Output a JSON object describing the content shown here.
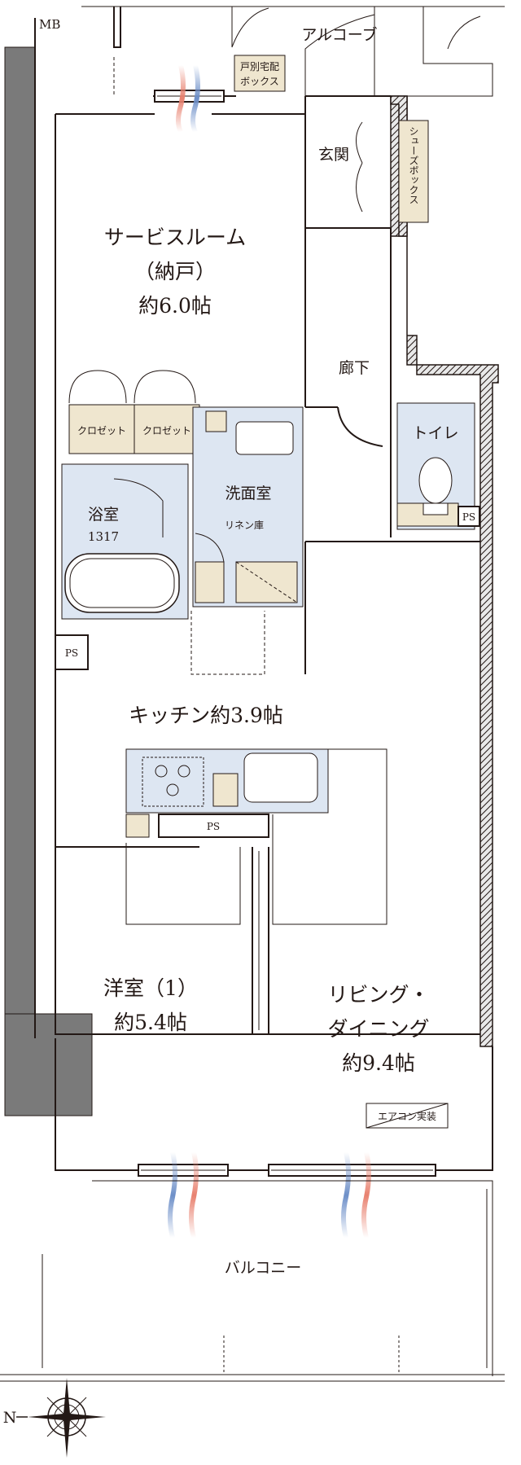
{
  "plan": {
    "service_room": {
      "line1": "サービスルーム",
      "line2": "（納戸）",
      "line3": "約6.0帖"
    },
    "closet_1": "クロゼット",
    "closet_2": "クロゼット",
    "bathroom": {
      "name": "浴室",
      "size": "1317"
    },
    "washroom": "洗面室",
    "linen": "リネン庫",
    "kitchen": "キッチン約3.9帖",
    "western_room": {
      "line1": "洋室（1）",
      "line2": "約5.4帖"
    },
    "living": {
      "line1": "リビング・",
      "line2": "ダイニング",
      "line3": "約9.4帖"
    },
    "aircon": "エアコン実装",
    "balcony": "バルコニー",
    "hallway": "廊下",
    "entrance": "玄関",
    "alcove": "アルコーブ",
    "toilet": "トイレ",
    "shoe_box": "シューズボックス",
    "delivery_box_line1": "戸別宅配",
    "delivery_box_line2": "ボックス",
    "mb": "MB",
    "ps_left": "PS",
    "ps_kitchen": "PS",
    "ps_toilet": "PS",
    "compass_n": "N"
  },
  "colors": {
    "wet_area": "#dde6f2",
    "storage": "#efe6cf",
    "column": "#7a7a7a",
    "airflow_warm": "#e8816f",
    "airflow_cool": "#6d8fc8"
  }
}
